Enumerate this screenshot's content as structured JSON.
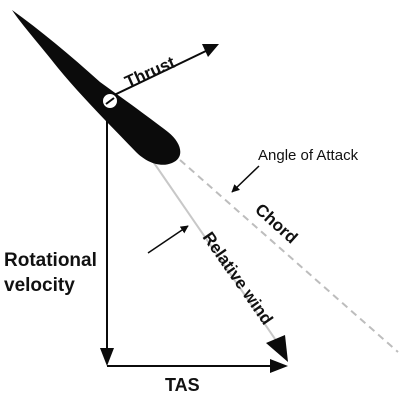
{
  "colors": {
    "ink": "#0b0b0b",
    "chord_dash": "#bdbdbd",
    "background": "#ffffff"
  },
  "labels": {
    "thrust": "Thrust",
    "angle_of_attack": "Angle of Attack",
    "chord": "Chord",
    "relative_wind": "Relative wind",
    "rotational_velocity_line1": "Rotational",
    "rotational_velocity_line2": "velocity",
    "tas": "TAS"
  }
}
